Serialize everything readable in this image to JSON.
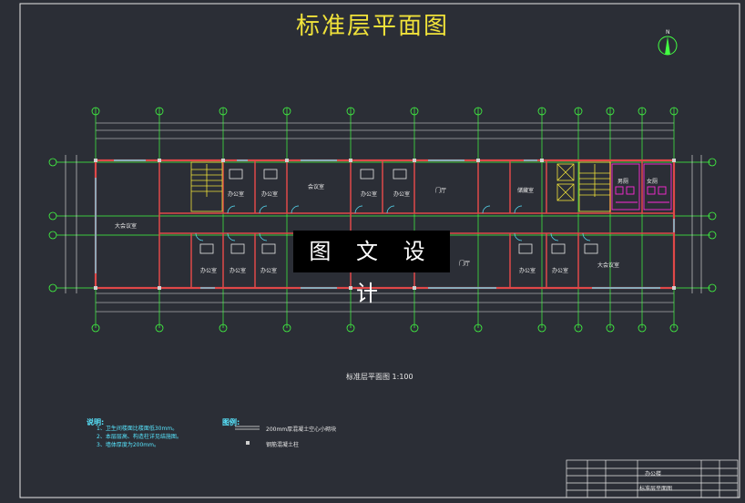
{
  "drawing": {
    "title": "标准层平面图",
    "caption": "标准层平面图 1:100",
    "watermark": "图 文 设 计",
    "notes": {
      "heading": "说明:",
      "items": [
        "1、卫生间楼面比楼面低30mm。",
        "2、本层层高、构造柱详见结施图。",
        "3、墙体厚度为200mm。"
      ]
    },
    "legend": {
      "heading": "图例:",
      "items": [
        {
          "symbol": "wall",
          "label": "200mm厚混凝土空心小砌块"
        },
        {
          "symbol": "column",
          "label": "钢筋混凝土柱"
        }
      ]
    },
    "rooms": {
      "large_office": "大会议室",
      "office": "办公室",
      "meeting": "会议室",
      "hall": "门厅",
      "storage": "储藏室",
      "small_office": "办公室",
      "toilet_m": "男厕",
      "toilet_f": "女厕",
      "large_meeting": "大会议室",
      "hall_small": "门厅"
    },
    "title_block": {
      "project": "办公楼",
      "sheet": "标准层平面图"
    }
  },
  "colors": {
    "background": "#2b2e36",
    "title": "#f0e23a",
    "wall": "#e04848",
    "grid": "#42ff42",
    "dimension": "#e8e8e8",
    "stair": "#f0e23a",
    "window": "#58e6ff",
    "toilet": "#ff2ad8",
    "notes": "#58e6ff"
  }
}
